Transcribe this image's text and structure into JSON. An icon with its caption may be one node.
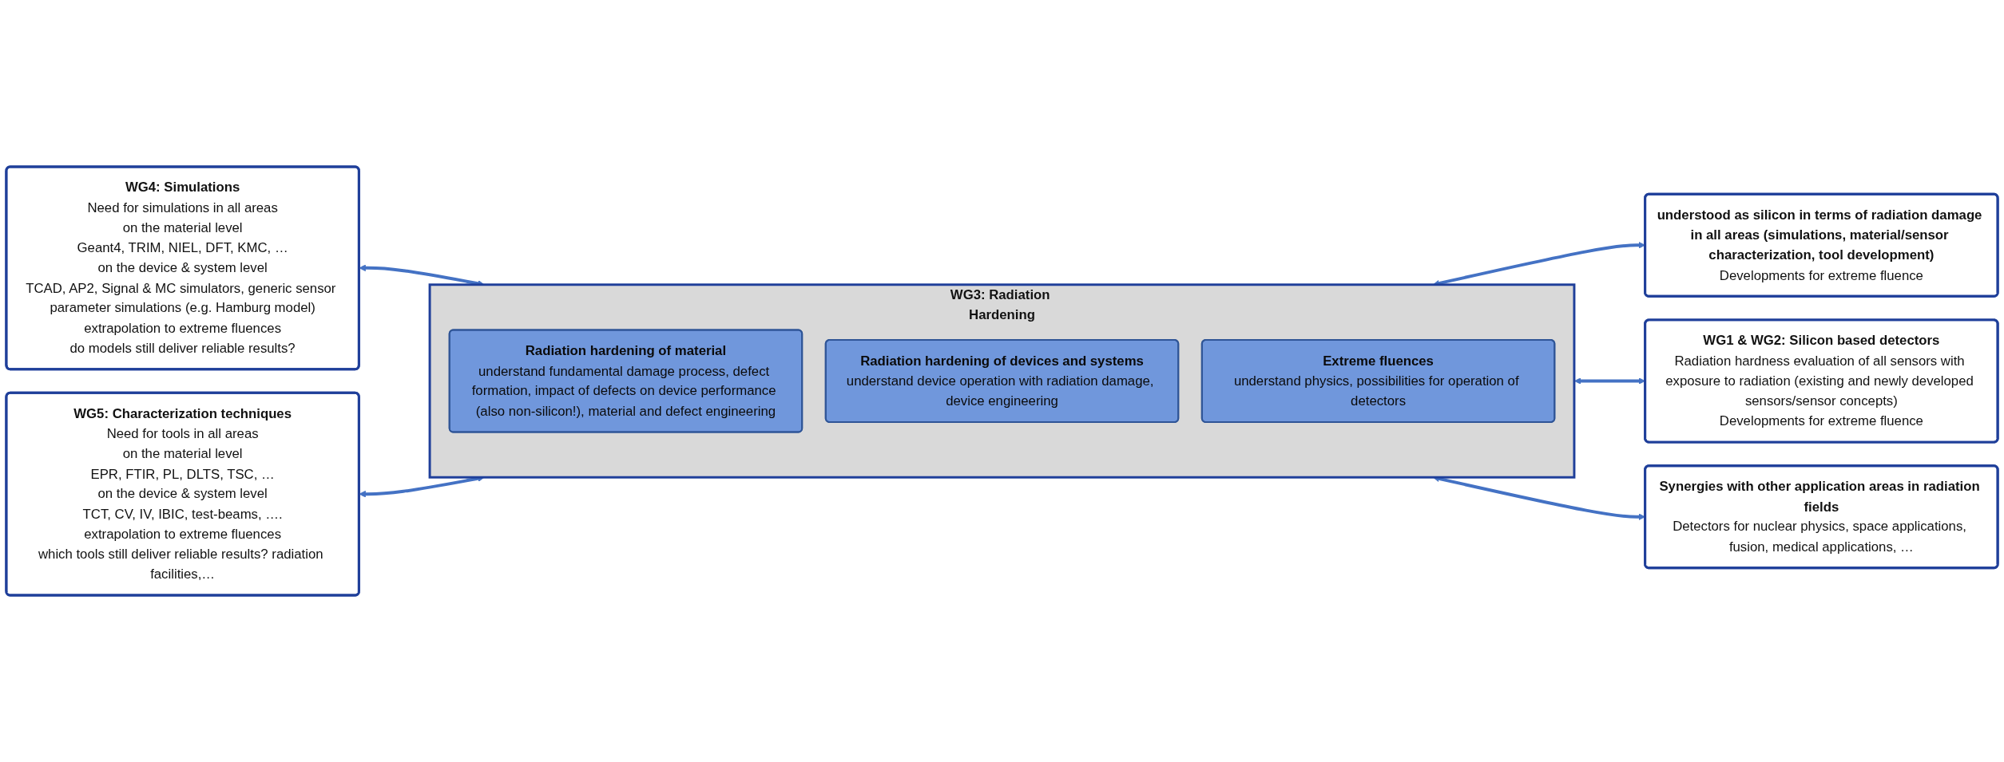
{
  "diagram": {
    "nodes": [
      {
        "text": [
          "WG4: Simulations",
          "Need for simulations in all areas",
          "on the material level",
          "Geant4, TRIM, NIEL, DFT, KMC, …",
          "on the device & system level",
          "TCAD, AP2, Signal & MC simulators, generic sensor parameter simulations (e.g. Hamburg model)",
          "extrapolation to extreme fluences",
          "do models still deliver reliable results?"
        ]
      },
      {
        "text": [
          "WG5: Characterization techniques",
          "Need for tools in all areas",
          "on the material level",
          "EPR, FTIR, PL, DLTS, TSC, …",
          "on the device & system level",
          "TCT, CV, IV, IBIC, test-beams, ….",
          "extrapolation to extreme fluences",
          "which tools still deliver reliable results? radiation facilities,…"
        ]
      },
      {
        "text": [
          "WG3: Radiation Hardening"
        ]
      },
      {
        "text": [
          "Radiation hardening of material",
          "understand fundamental damage process, defect formation, impact of defects on device performance (also non-silicon!), material and defect engineering"
        ],
        "in": 2
      },
      {
        "text": [
          "Radiation hardening of devices and systems",
          "understand device operation with radiation damage, device engineering"
        ],
        "in": 2
      },
      {
        "text": [
          "Extreme fluences",
          "understand physics, possibilities for operation of detectors"
        ],
        "in": 2
      },
      {
        "text": [
          "understood as silicon in terms of radiation damage in all areas (simulations, material/sensor characterization, tool development)",
          "Developments for extreme fluence"
        ]
      },
      {
        "text": [
          "WG1 & WG2: Silicon based detectors",
          "Radiation hardness evaluation of all sensors with exposure to radiation (existing and newly developed sensors/sensor concepts)",
          "Developments for extreme fluence"
        ]
      },
      {
        "text": [
          "Synergies with other application areas in radiation fields",
          "Detectors for nuclear physics, space applications, fusion, medical applications, …"
        ]
      }
    ],
    "edges": [
      {
        "from": 0,
        "to": 2,
        "arrow": "both"
      },
      {
        "from": 1,
        "to": 2,
        "arrow": "both"
      },
      {
        "from": 2,
        "to": 6,
        "arrow": "both"
      },
      {
        "from": 2,
        "to": 7,
        "arrow": "both"
      },
      {
        "from": 2,
        "to": 8,
        "arrow": "both"
      }
    ]
  }
}
